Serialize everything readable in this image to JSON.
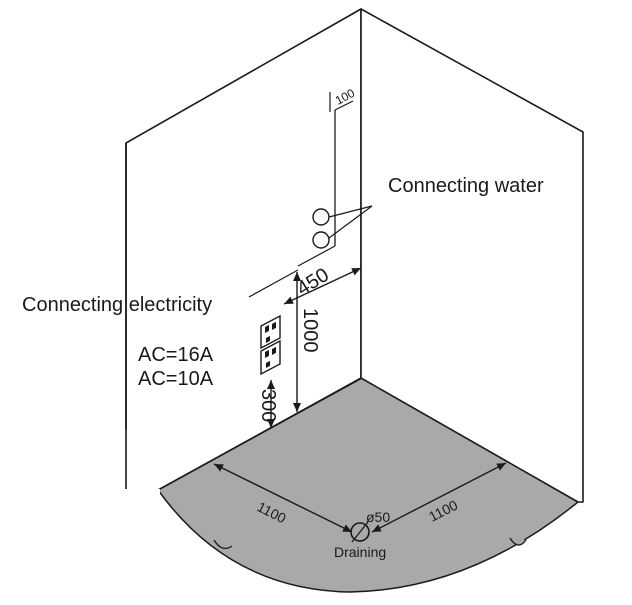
{
  "labels": {
    "connecting_water": "Connecting water",
    "connecting_electricity": "Connecting electricity",
    "ac_16": "AC=16A",
    "ac_10": "AC=10A",
    "draining": "Draining"
  },
  "dimensions": {
    "top_offset": "100",
    "horizontal_450": "450",
    "height_1000": "1000",
    "height_300": "300",
    "floor_left": "1100",
    "floor_right": "1100",
    "drain_diameter": "ø50"
  },
  "colors": {
    "floor": "#a9a9a9",
    "line": "#1a1a1a",
    "wall": "#ffffff"
  }
}
